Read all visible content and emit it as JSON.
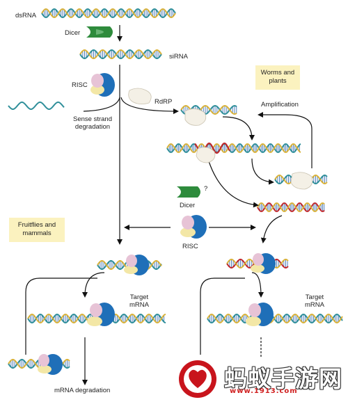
{
  "labels": {
    "dsrna": "dsRNA",
    "dicer_top": "Dicer",
    "sirna": "siRNA",
    "risc_top": "RISC",
    "rdrp": "RdRP",
    "sense_strand": "Sense strand",
    "degradation": "degradation",
    "amplification": "Amplification",
    "dicer_mid": "Dicer",
    "question_mark": "?",
    "risc_mid": "RISC",
    "target_left_1": "Target",
    "target_left_2": "mRNA",
    "target_right_1": "Target",
    "target_right_2": "mRNA",
    "mrna_degradation": "mRNA degradation"
  },
  "boxes": {
    "worms_1": "Worms and",
    "worms_2": "plants",
    "flies_1": "Fruitflies and",
    "flies_2": "mammals"
  },
  "watermark": {
    "text": "蚂蚁手游网",
    "url": "www.1913.com"
  },
  "colors": {
    "helix_teal": "#2f8f9a",
    "helix_yellow": "#d9b23a",
    "rung_blue": "#3a6fb0",
    "mrna_red": "#c0282d",
    "dicer_green": "#2e8b3c",
    "risc_blue": "#1f6fb8",
    "risc_pink": "#e7c3d6",
    "risc_yellow": "#f3e7a6",
    "box_fill": "#fbf2bf"
  }
}
